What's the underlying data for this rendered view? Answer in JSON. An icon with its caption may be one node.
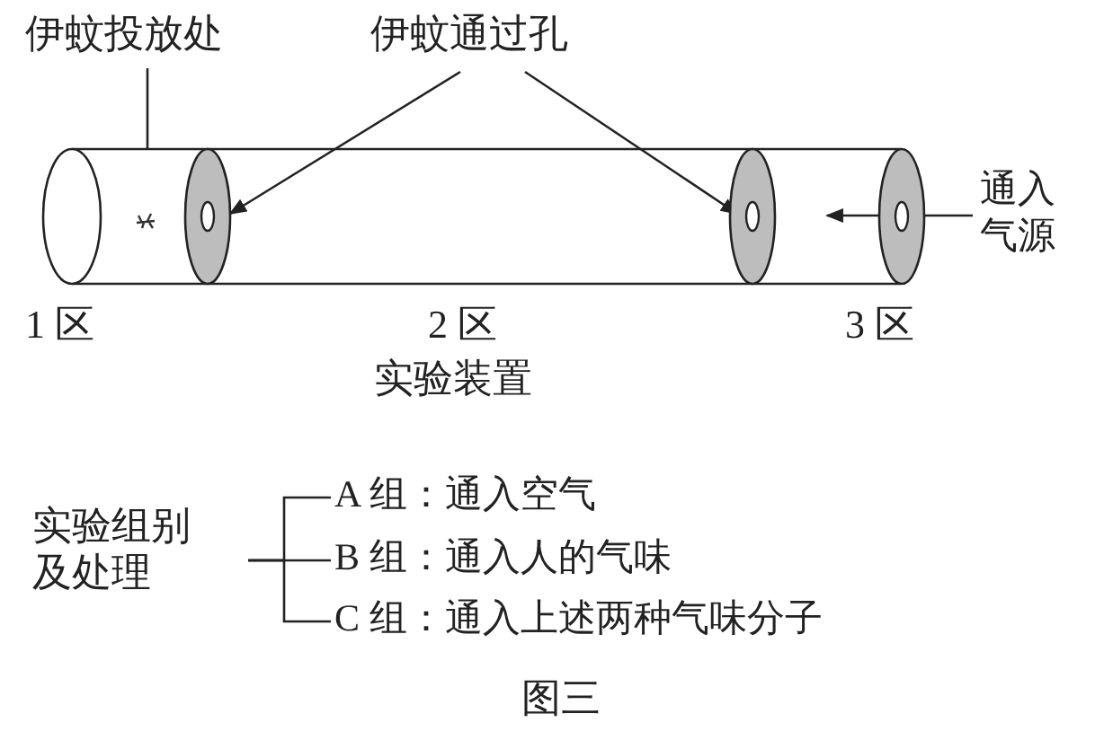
{
  "diagram": {
    "nodes": [
      {
        "text": [
          "伊蚊投放处"
        ]
      },
      {
        "text": [],
        "shape": "cylinder"
      },
      {
        "text": [
          "伊蚊通过孔"
        ]
      },
      {
        "text": [],
        "shape": "circle",
        "in": 1
      },
      {
        "text": [],
        "shape": "circle",
        "in": 1
      },
      {
        "text": [],
        "shape": "circle"
      },
      {
        "text": [
          "实验组别及处理"
        ]
      },
      {
        "text": [
          "A 组：通入空气"
        ]
      },
      {
        "text": [
          "B 组：通入人的气味"
        ]
      },
      {
        "text": [
          "C 组：通入上述两种气味分子"
        ]
      }
    ],
    "edges": [
      {
        "from": 0,
        "to": 1,
        "arrow": "none"
      },
      {
        "from": 2,
        "to": 3,
        "arrow": "to"
      },
      {
        "from": 2,
        "to": 4,
        "arrow": "to"
      },
      {
        "from": 6,
        "to": 7,
        "arrow": "none"
      },
      {
        "from": 6,
        "to": 8,
        "arrow": "none"
      },
      {
        "from": 6,
        "to": 9,
        "arrow": "none"
      }
    ],
    "labels": [
      "通入气源",
      "1 区",
      "2 区",
      "3 区",
      "实验装置",
      "图三"
    ]
  }
}
